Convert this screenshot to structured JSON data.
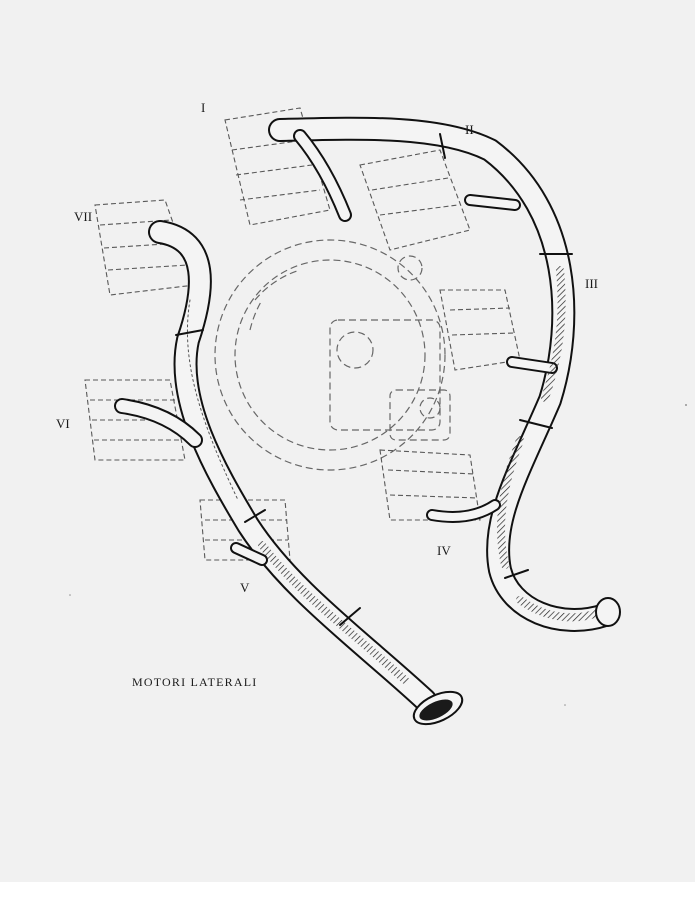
{
  "figure": {
    "caption": "MOTORI LATERALI",
    "cylinder_labels": [
      "I",
      "II",
      "III",
      "IV",
      "V",
      "VI",
      "VII"
    ]
  },
  "colors": {
    "paper": "#f1f1f1",
    "ink": "#1a1a1a"
  }
}
